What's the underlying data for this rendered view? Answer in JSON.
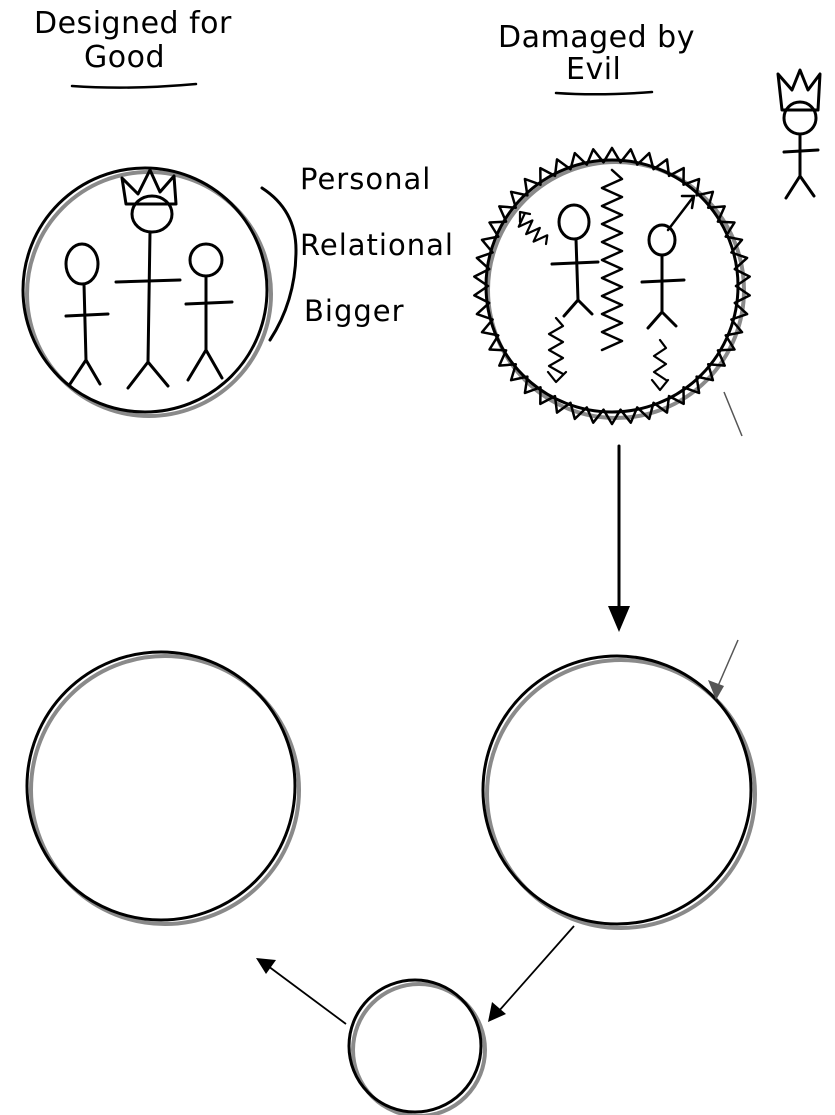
{
  "headings": {
    "good_line1": "Designed for",
    "good_line2": "Good",
    "evil_line1": "Damaged by",
    "evil_line2": "Evil"
  },
  "labels": [
    "Personal",
    "Relational",
    "Bigger"
  ],
  "colors": {
    "ink": "#000000",
    "shadow": "#8a8a8a",
    "background": "#ffffff"
  }
}
